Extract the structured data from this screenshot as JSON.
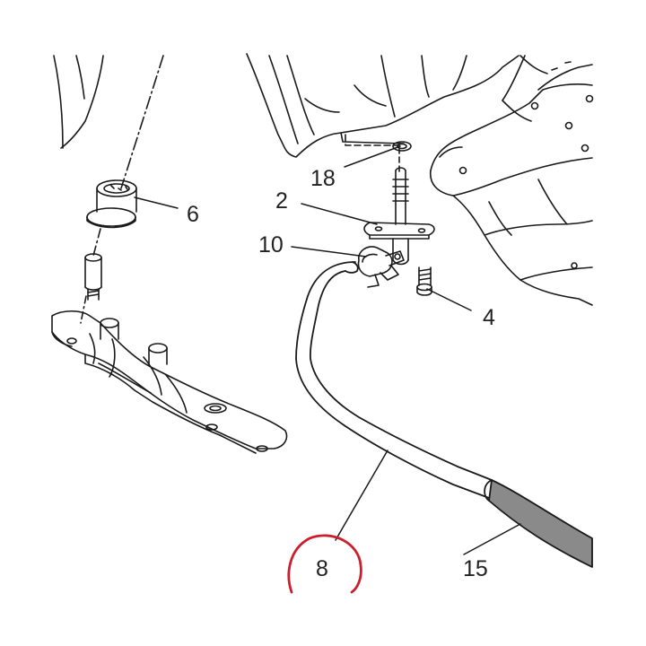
{
  "diagram": {
    "callouts": [
      {
        "id": "c6",
        "label": "6"
      },
      {
        "id": "c18",
        "label": "18"
      },
      {
        "id": "c2",
        "label": "2"
      },
      {
        "id": "c10",
        "label": "10"
      },
      {
        "id": "c4",
        "label": "4"
      },
      {
        "id": "c8",
        "label": "8",
        "highlighted": true
      },
      {
        "id": "c15",
        "label": "15"
      }
    ],
    "colors": {
      "line": "#1a1a1a",
      "hose_sleeve": "#8a8a8a",
      "highlight_ring": "#cc1f2e"
    }
  }
}
